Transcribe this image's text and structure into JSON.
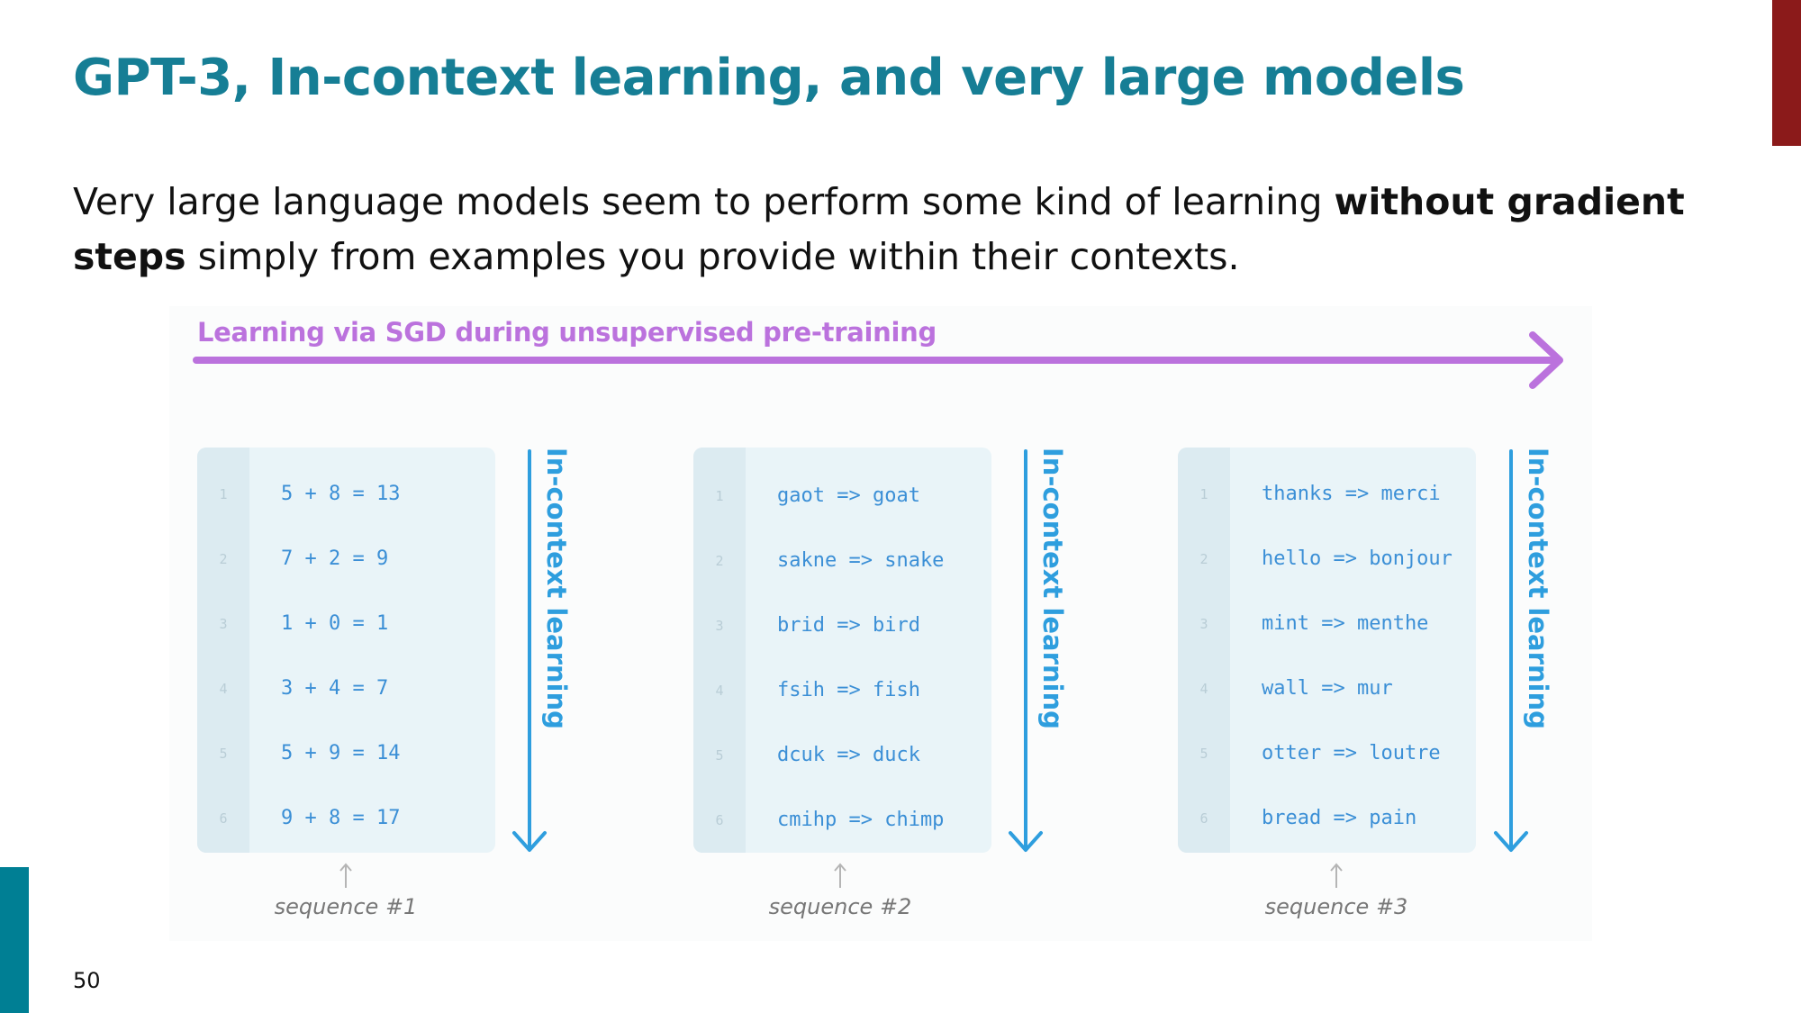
{
  "slide": {
    "title": "GPT-3, In-context learning, and very large models",
    "body_before": "Very large language models seem to perform some kind of learning ",
    "body_bold": "without gradient steps",
    "body_after": " simply from examples you provide within their contexts.",
    "page_number": "50"
  },
  "colors": {
    "title": "#167e95",
    "accent_right": "#8b1a1a",
    "accent_left": "#007f94",
    "sgd_purple": "#bb72dd",
    "icl_blue": "#2e9ede",
    "code_blue": "#3b8fd6"
  },
  "figure": {
    "sgd_label": "Learning via SGD during unsupervised pre-training",
    "icl_label": "In-context learning",
    "sequences": [
      {
        "label": "sequence #1",
        "lines": [
          {
            "num": "1",
            "text": "5 + 8 = 13"
          },
          {
            "num": "2",
            "text": "7 + 2 = 9"
          },
          {
            "num": "3",
            "text": "1 + 0 = 1"
          },
          {
            "num": "4",
            "text": "3 + 4 = 7"
          },
          {
            "num": "5",
            "text": "5 + 9 = 14"
          },
          {
            "num": "6",
            "text": "9 + 8 = 17"
          }
        ]
      },
      {
        "label": "sequence #2",
        "lines": [
          {
            "num": "1",
            "text": "gaot => goat"
          },
          {
            "num": "2",
            "text": "sakne => snake"
          },
          {
            "num": "3",
            "text": "brid => bird"
          },
          {
            "num": "4",
            "text": "fsih => fish"
          },
          {
            "num": "5",
            "text": "dcuk => duck"
          },
          {
            "num": "6",
            "text": "cmihp => chimp"
          }
        ]
      },
      {
        "label": "sequence #3",
        "lines": [
          {
            "num": "1",
            "text": "thanks => merci"
          },
          {
            "num": "2",
            "text": "hello => bonjour"
          },
          {
            "num": "3",
            "text": "mint => menthe"
          },
          {
            "num": "4",
            "text": "wall => mur"
          },
          {
            "num": "5",
            "text": "otter => loutre"
          },
          {
            "num": "6",
            "text": "bread => pain"
          }
        ]
      }
    ]
  }
}
